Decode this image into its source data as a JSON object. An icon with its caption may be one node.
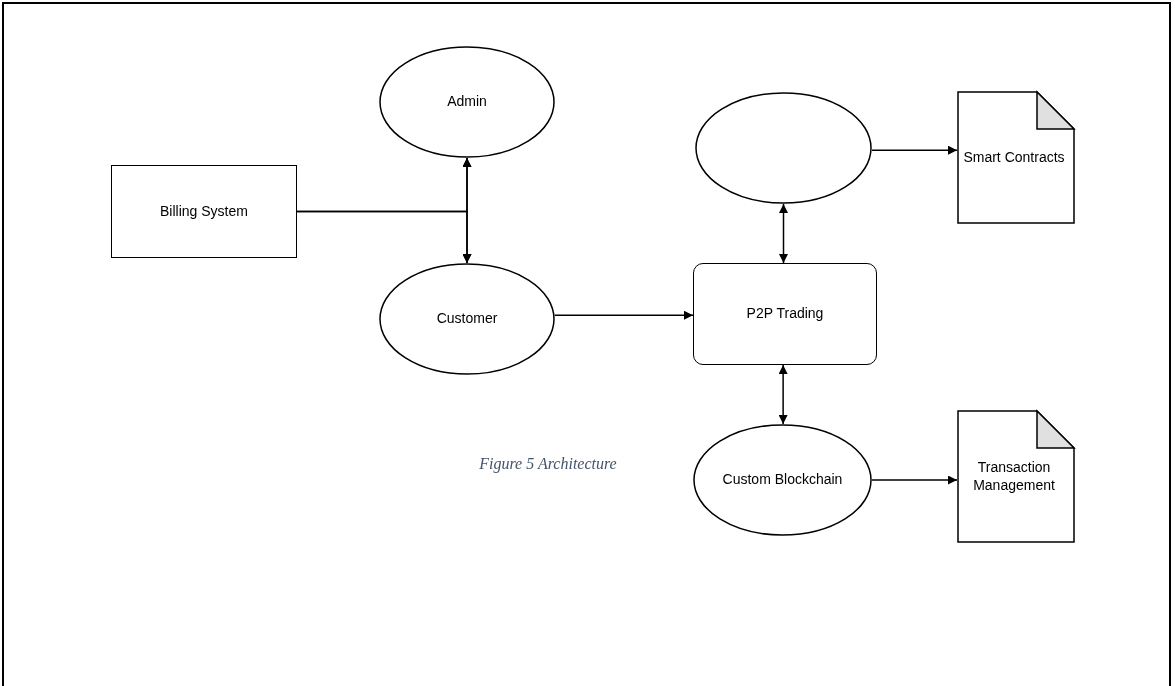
{
  "diagram": {
    "caption": "Figure 5 Architecture",
    "nodes": [
      {
        "text": [
          "Billing System"
        ]
      },
      {
        "text": [
          "Admin"
        ]
      },
      {
        "text": [
          "Customer"
        ]
      },
      {
        "text": [],
        "shape": "ellipse"
      },
      {
        "text": [
          "Smart Contracts"
        ]
      },
      {
        "text": [
          "P2P Trading"
        ]
      },
      {
        "text": [
          "Custom Blockchain"
        ]
      },
      {
        "text": [
          "Transaction Management"
        ]
      }
    ],
    "edges": [
      {
        "from": 0,
        "to": 1,
        "arrow": "to"
      },
      {
        "from": 0,
        "to": 2,
        "arrow": "to"
      },
      {
        "from": 1,
        "to": 2,
        "arrow": "both"
      },
      {
        "from": 2,
        "to": 5,
        "arrow": "to"
      },
      {
        "from": 3,
        "to": 5,
        "arrow": "both"
      },
      {
        "from": 5,
        "to": 6,
        "arrow": "both"
      },
      {
        "from": 3,
        "to": 4,
        "arrow": "to"
      },
      {
        "from": 6,
        "to": 7,
        "arrow": "to"
      }
    ]
  }
}
